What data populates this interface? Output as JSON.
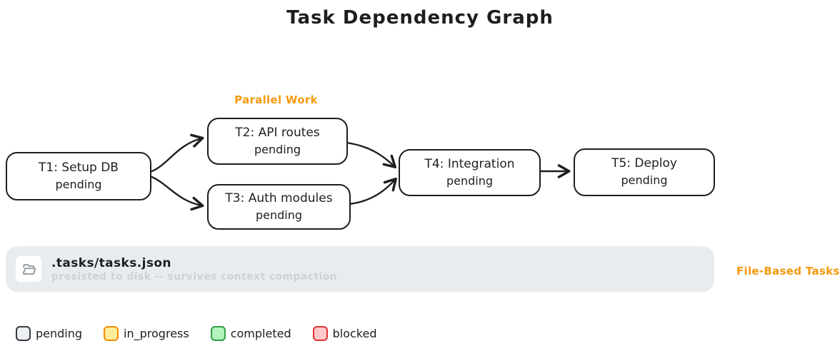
{
  "title": "Task Dependency Graph",
  "annotations": {
    "parallel_work": "Parallel Work",
    "file_based_tasks": "File-Based Tasks"
  },
  "colors": {
    "ink": "#1e1e1e",
    "annotation_orange": "#f5980c",
    "file_bar_bg": "#e9ecef",
    "file_subtitle_gray": "#ccd2d9",
    "folder_icon_gray": "#8a9097"
  },
  "nodes": [
    {
      "id": "T1",
      "label": "T1: Setup DB",
      "status": "pending"
    },
    {
      "id": "T2",
      "label": "T2: API routes",
      "status": "pending"
    },
    {
      "id": "T3",
      "label": "T3: Auth modules",
      "status": "pending"
    },
    {
      "id": "T4",
      "label": "T4: Integration",
      "status": "pending"
    },
    {
      "id": "T5",
      "label": "T5: Deploy",
      "status": "pending"
    }
  ],
  "edges": [
    {
      "from": "T1",
      "to": "T2"
    },
    {
      "from": "T1",
      "to": "T3"
    },
    {
      "from": "T2",
      "to": "T4"
    },
    {
      "from": "T3",
      "to": "T4"
    },
    {
      "from": "T4",
      "to": "T5"
    }
  ],
  "file_bar": {
    "icon": "open-folder-icon",
    "filename": ".tasks/tasks.json",
    "subtitle": "presisted to disk -- survives context compaction"
  },
  "legend": [
    {
      "label": "pending",
      "fill": "#eef0f3",
      "stroke": "#343a40"
    },
    {
      "label": "in_progress",
      "fill": "#ffec99",
      "stroke": "#f08c00"
    },
    {
      "label": "completed",
      "fill": "#b2f2bb",
      "stroke": "#2f9e44"
    },
    {
      "label": "blocked",
      "fill": "#ffc9c9",
      "stroke": "#e03131"
    }
  ]
}
